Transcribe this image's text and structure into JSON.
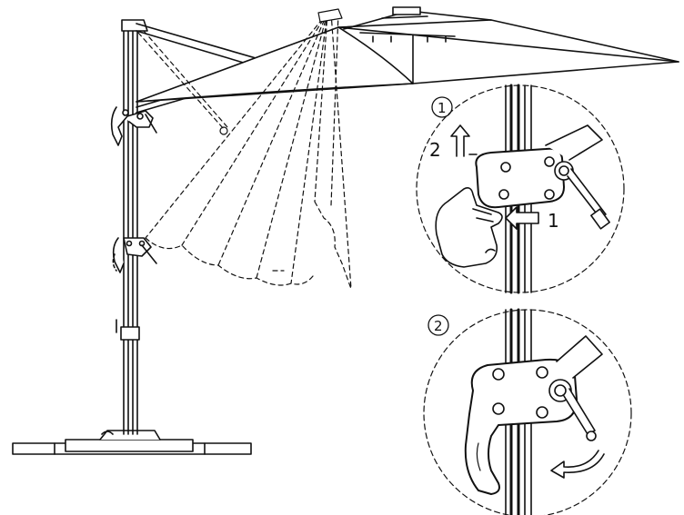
{
  "callouts": {
    "step1": {
      "marker": "1",
      "arrow_up_label": "2",
      "arrow_left_label": "1"
    },
    "step2": {
      "marker": "2"
    }
  },
  "colors": {
    "line": "#111111",
    "background": "#ffffff"
  },
  "icons": [
    "umbrella-illustration",
    "hand-icon",
    "crank-handle-icon",
    "rotate-arrow-icon"
  ]
}
